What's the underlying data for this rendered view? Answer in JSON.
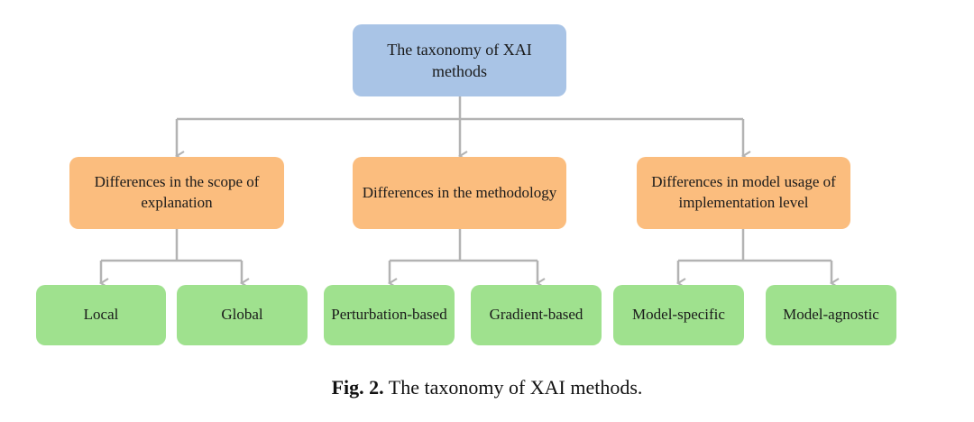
{
  "diagram": {
    "root": {
      "label": "The taxonomy of XAI methods"
    },
    "categories": [
      {
        "label": "Differences in the scope of explanation",
        "children": [
          "Local",
          "Global"
        ]
      },
      {
        "label": "Differences in the methodology",
        "children": [
          "Perturbation-based",
          "Gradient-based"
        ]
      },
      {
        "label": "Differences in model usage of implementation level",
        "children": [
          "Model-specific",
          "Model-agnostic"
        ]
      }
    ]
  },
  "caption": {
    "label": "Fig. 2.",
    "text": "The taxonomy of XAI methods."
  },
  "colors": {
    "root": "#a9c4e6",
    "category": "#fbbd7e",
    "leaf": "#9fe18e",
    "connector": "#b3b3b3"
  }
}
